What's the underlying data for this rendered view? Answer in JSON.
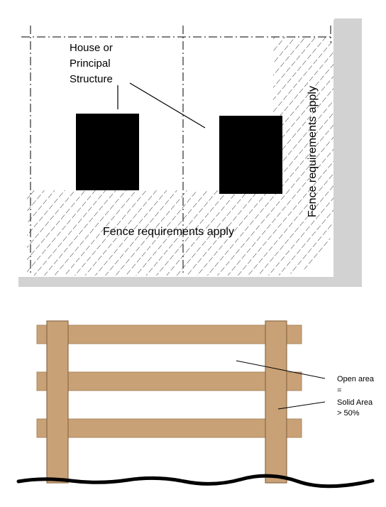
{
  "site_plan": {
    "house_label": [
      "House or",
      "Principal",
      "Structure"
    ],
    "fence_label_bottom": "Fence requirements apply",
    "fence_label_side": "Fence requirements apply"
  },
  "fence_detail": {
    "open_area_label": "Open area",
    "compare_symbol": "=",
    "solid_area_label": "Solid Area",
    "solid_area_threshold": "> 50%"
  },
  "colors": {
    "street": "#d2d2d2",
    "building": "#000000",
    "hatch": "#000000",
    "wood": "#c9a176",
    "wood_outline": "#8a6a48",
    "ground": "#000000"
  }
}
